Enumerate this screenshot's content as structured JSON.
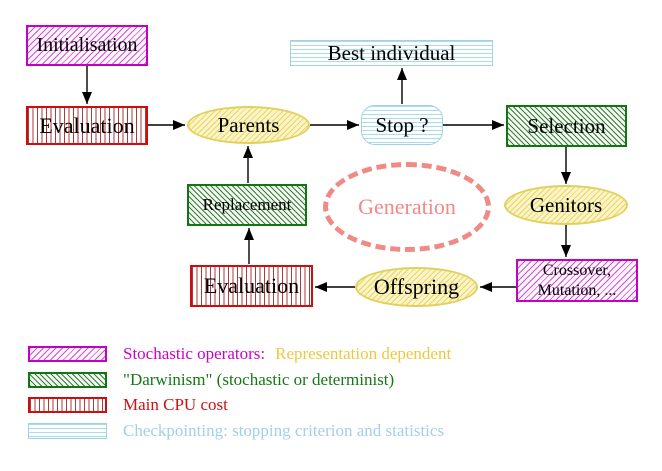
{
  "nodes": {
    "initialisation": {
      "label": "Initialisation"
    },
    "evaluation_top": {
      "label": "Evaluation"
    },
    "parents": {
      "label": "Parents"
    },
    "best_individual": {
      "label": "Best individual"
    },
    "stop": {
      "label": "Stop ?"
    },
    "selection": {
      "label": "Selection"
    },
    "replacement": {
      "label": "Replacement"
    },
    "generation": {
      "label": "Generation"
    },
    "genitors": {
      "label": "Genitors"
    },
    "evaluation_bottom": {
      "label": "Evaluation"
    },
    "offspring": {
      "label": "Offspring"
    },
    "crossover": {
      "label_line1": "Crossover,",
      "label_line2": "Mutation, ..."
    }
  },
  "legend": {
    "items": [
      {
        "swatch": "magenta-diagonal-hatch",
        "text": "Stochastic operators:",
        "text2": "Representation dependent"
      },
      {
        "swatch": "green-diagonal-hatch",
        "text": "\"Darwinism\" (stochastic or determinist)"
      },
      {
        "swatch": "red-vertical-hatch",
        "text": "Main CPU cost"
      },
      {
        "swatch": "blue-horizontal-hatch",
        "text": "Checkpointing: stopping criterion and statistics"
      }
    ]
  },
  "colors": {
    "stochastic_magenta": "#cc00cc",
    "darwinism_green": "#157815",
    "cpu_red": "#cc1111",
    "checkpoint_blue": "#a3cfe8",
    "representation_gold": "#edc93f",
    "generation_salmon": "#f08a85",
    "node_yellow_border": "#e2d05e",
    "arrow_black": "#000000"
  }
}
